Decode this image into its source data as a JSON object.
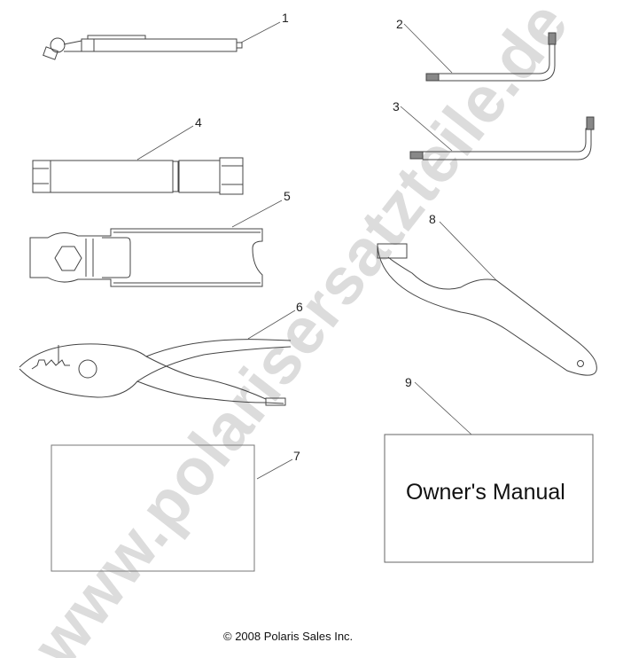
{
  "diagram": {
    "type": "exploded parts diagram",
    "subject": "Tool kit",
    "parts": [
      {
        "callout": "1",
        "depicts": "tire-pressure-gauge"
      },
      {
        "callout": "2",
        "depicts": "torx-l-wrench-short"
      },
      {
        "callout": "3",
        "depicts": "torx-l-wrench-long"
      },
      {
        "callout": "4",
        "depicts": "socket-extension"
      },
      {
        "callout": "5",
        "depicts": "spark-plug-wrench"
      },
      {
        "callout": "6",
        "depicts": "slip-joint-pliers"
      },
      {
        "callout": "7",
        "depicts": "tool-bag"
      },
      {
        "callout": "8",
        "depicts": "spanner-wrench"
      },
      {
        "callout": "9",
        "depicts": "owners-manual"
      }
    ],
    "manual_label": "Owner's Manual",
    "copyright": "© 2008 Polaris Sales Inc.",
    "watermark": "www.polarisersatzteile.de"
  }
}
